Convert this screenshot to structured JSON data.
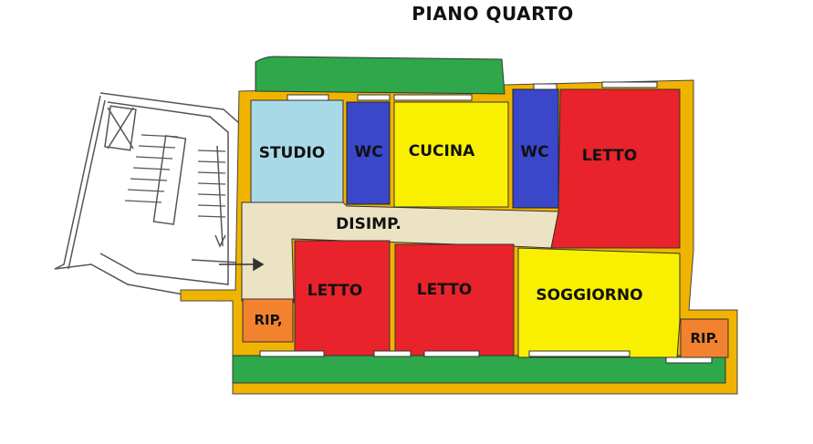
{
  "title": "PIANO QUARTO",
  "rooms": {
    "studio": "STUDIO",
    "wc1": "WC",
    "cucina": "CUCINA",
    "wc2": "WC",
    "letto1": "LETTO",
    "disimp": "DISIMP.",
    "letto2": "LETTO",
    "letto3": "LETTO",
    "soggiorno": "SOGGIORNO",
    "rip1": "RIP,",
    "rip2": "RIP."
  },
  "colors": {
    "studio": "#a8d9e6",
    "wc": "#3a47c9",
    "cucina": "#f8f000",
    "letto": "#e8232b",
    "disimp": "#ece3c5",
    "soggiorno": "#f8f000",
    "rip": "#f3822f",
    "balcony": "#2ea84a",
    "wall": "#f0b400"
  }
}
